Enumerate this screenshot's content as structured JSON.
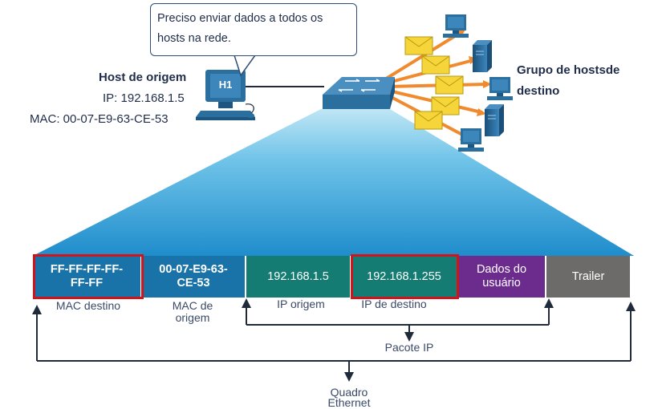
{
  "callout": {
    "line1": "Preciso enviar dados a todos os",
    "line2": "hosts na rede."
  },
  "source_host": {
    "title": "Host de origem",
    "ip": "IP: 192.168.1.5",
    "mac": "MAC: 00-07-E9-63-CE-53",
    "pc_label": "H1"
  },
  "destination_group": {
    "line1": "Grupo de hostsde",
    "line2": "destino"
  },
  "frame_fields": [
    {
      "line1": "FF-FF-FF-FF-",
      "line2": "FF-FF",
      "color": "#1a73a8",
      "highlighted": true
    },
    {
      "line1": "00-07-E9-63-",
      "line2": "CE-53",
      "color": "#1a73a8",
      "highlighted": false
    },
    {
      "line1": "192.168.1.5",
      "color": "#147c72",
      "highlighted": false
    },
    {
      "line1": "192.168.1.255",
      "color": "#147c72",
      "highlighted": true
    },
    {
      "line1": "Dados do",
      "line2": "usuário",
      "color": "#6b2c8e",
      "highlighted": false
    },
    {
      "line1": "Trailer",
      "color": "#6d6a6a",
      "highlighted": false
    }
  ],
  "field_labels": {
    "mac_dest": "MAC destino",
    "mac_src_line1": "MAC de",
    "mac_src_line2": "origem",
    "ip_src": "IP origem",
    "ip_dest": "IP de destino"
  },
  "brackets": {
    "ip_packet": "Pacote IP",
    "ethernet_line1": "Quadro",
    "ethernet_line2": "Ethernet"
  },
  "colors": {
    "highlight": "#d0141c",
    "arrow": "#f08a2c",
    "envelope": "#f5d53a",
    "switch": "#2b6f9e",
    "cone": "#7ec8e8",
    "text": "#1f2d4a"
  }
}
